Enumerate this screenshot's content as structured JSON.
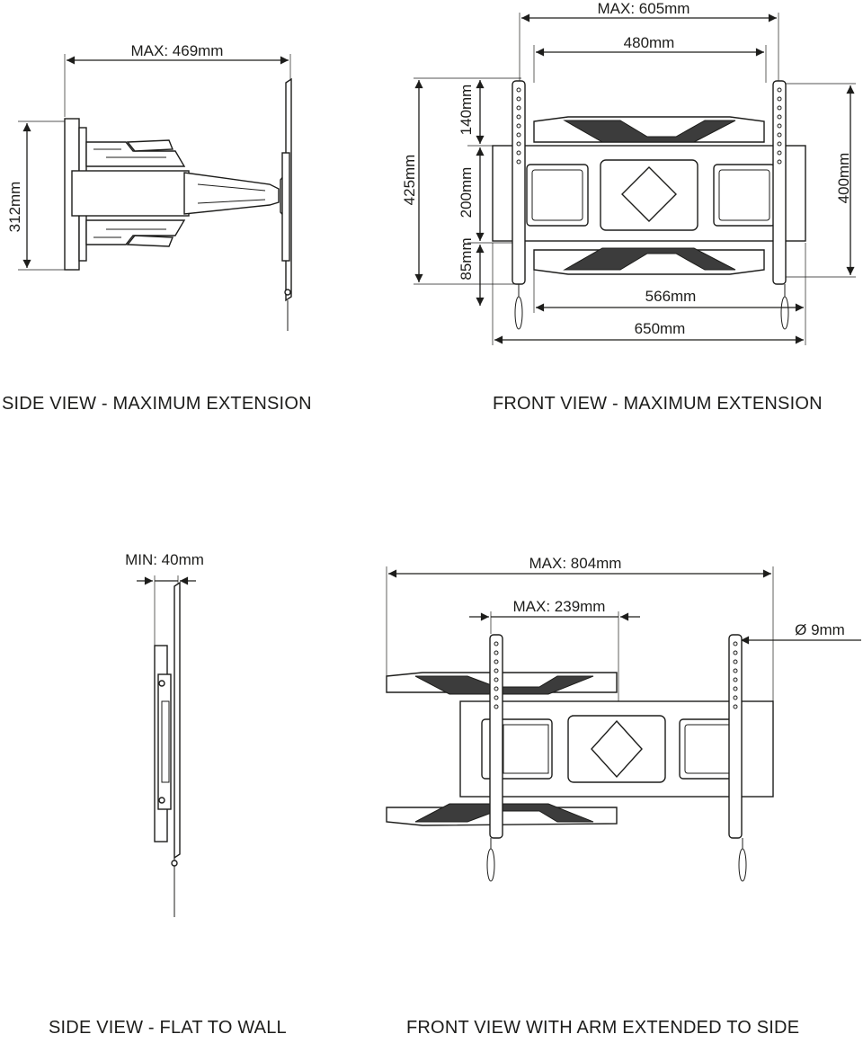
{
  "views": {
    "side_max": {
      "caption": "SIDE VIEW - MAXIMUM EXTENSION",
      "width_label": "MAX: 469mm",
      "height_label": "312mm"
    },
    "front_max": {
      "caption": "FRONT VIEW - MAXIMUM EXTENSION",
      "top_max_label": "MAX: 605mm",
      "top_inner_label": "480mm",
      "left_total_label": "425mm",
      "left_top_label": "140mm",
      "left_mid_label": "200mm",
      "left_bottom_label": "85mm",
      "right_label": "400mm",
      "bottom_inner_label": "566mm",
      "bottom_outer_label": "650mm"
    },
    "side_flat": {
      "caption": "SIDE VIEW - FLAT TO WALL",
      "min_label": "MIN: 40mm"
    },
    "front_side": {
      "caption": "FRONT VIEW WITH ARM EXTENDED TO SIDE",
      "max_total_label": "MAX: 804mm",
      "max_offset_label": "MAX: 239mm",
      "hole_label": "Ø 9mm"
    }
  }
}
